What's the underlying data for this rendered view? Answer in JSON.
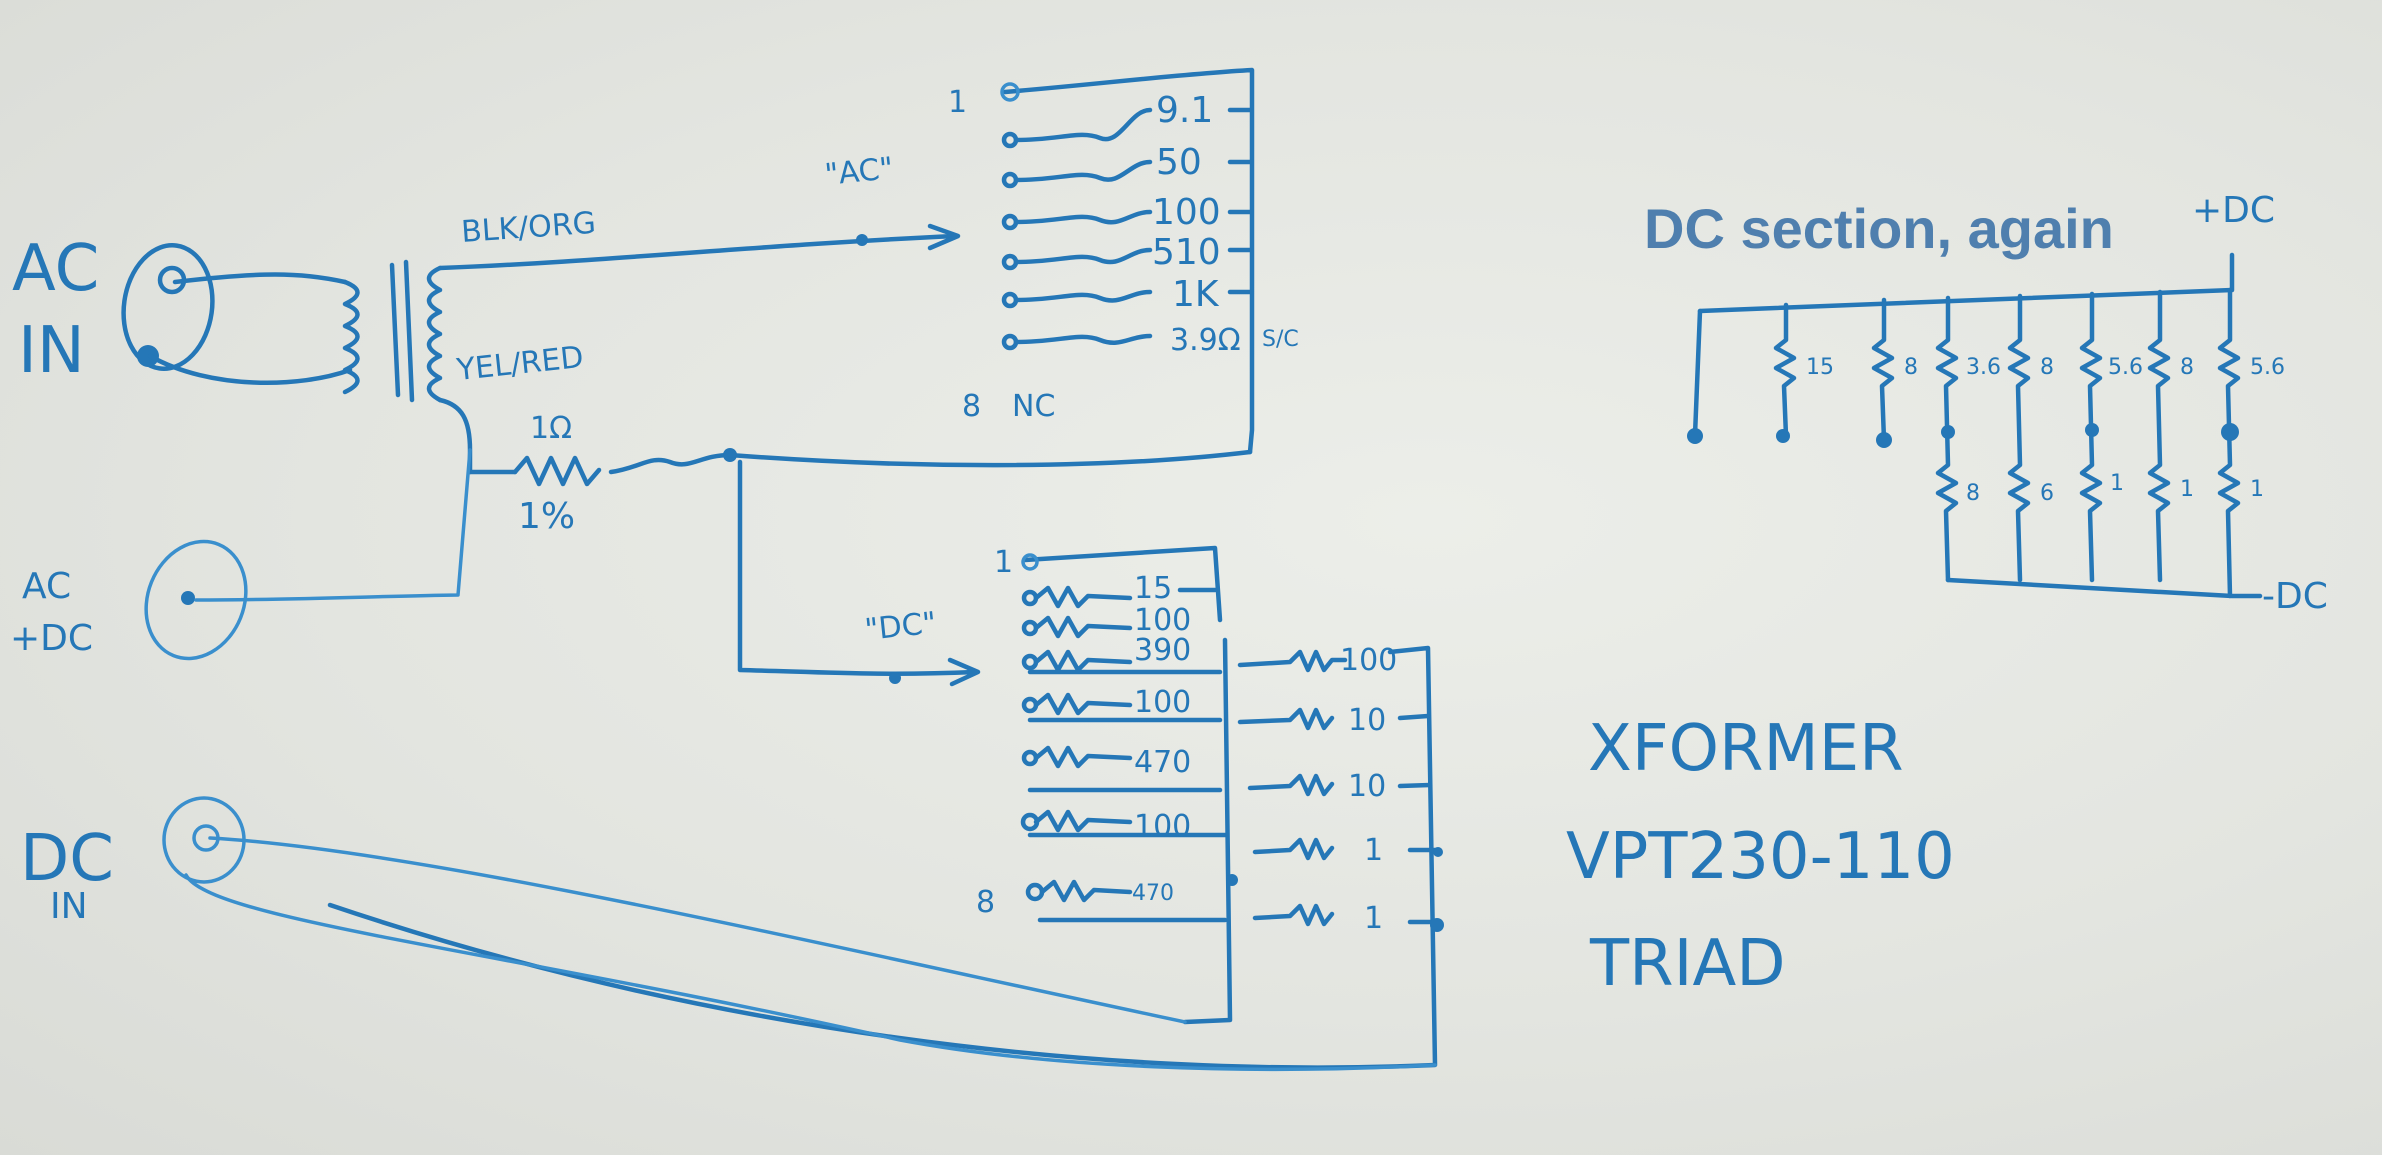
{
  "title": "DC section, again",
  "inputs": {
    "ac_in": [
      "AC",
      "IN"
    ],
    "ac_dc": [
      "AC",
      "+DC"
    ],
    "dc_in": [
      "DC",
      "IN"
    ]
  },
  "transformer_wires": {
    "primary": "BLK/ORG",
    "secondary": "YEL/RED",
    "resistor_top": "1Ω",
    "resistor_bottom": "1%"
  },
  "ac_switch": {
    "label": "\"AC\"",
    "first_pos": "1",
    "last_pos": "8",
    "resistors": [
      "9.1",
      "50",
      "100",
      "510",
      "1K",
      "3.9Ω"
    ],
    "short_note": "S/C",
    "nc_label": "NC"
  },
  "dc_switch": {
    "label": "\"DC\"",
    "first_pos": "1",
    "last_pos": "8",
    "left_resistors": [
      "15",
      "100",
      "390",
      "100",
      "470",
      "100",
      "470"
    ],
    "right_resistors": [
      "100",
      "10",
      "10",
      "1",
      "1"
    ]
  },
  "transformer_note": [
    "XFORMER",
    "VPT230-110",
    "TRIAD"
  ],
  "dc_section": {
    "plus_label": "+DC",
    "minus_label": "-DC",
    "top_resistors": [
      "15",
      "8",
      "3.6",
      "8",
      "5.6",
      "8",
      "5.6"
    ],
    "bottom_resistors": [
      "8",
      "6",
      "1",
      "1",
      "1"
    ]
  }
}
